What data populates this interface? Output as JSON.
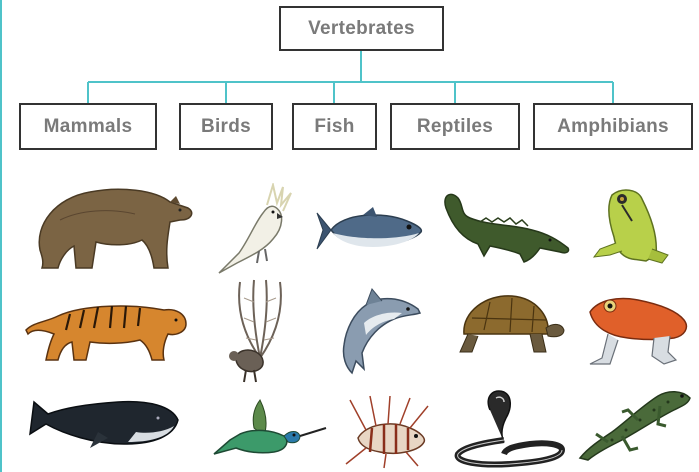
{
  "diagram": {
    "root": {
      "label": "Vertebrates"
    },
    "categories": [
      {
        "label": "Mammals"
      },
      {
        "label": "Birds"
      },
      {
        "label": "Fish"
      },
      {
        "label": "Reptiles"
      },
      {
        "label": "Amphibians"
      }
    ]
  },
  "colors": {
    "connector": "#4fc3c9",
    "box_border": "#333333",
    "label_text": "#7a7a7a"
  },
  "illustrations": [
    [
      "bear",
      "cockatoo",
      "tuna",
      "crocodile",
      "green-frog"
    ],
    [
      "tiger",
      "lyrebird",
      "shark",
      "tortoise",
      "red-frog"
    ],
    [
      "whale",
      "hummingbird",
      "lionfish",
      "cobra",
      "salamander"
    ]
  ]
}
